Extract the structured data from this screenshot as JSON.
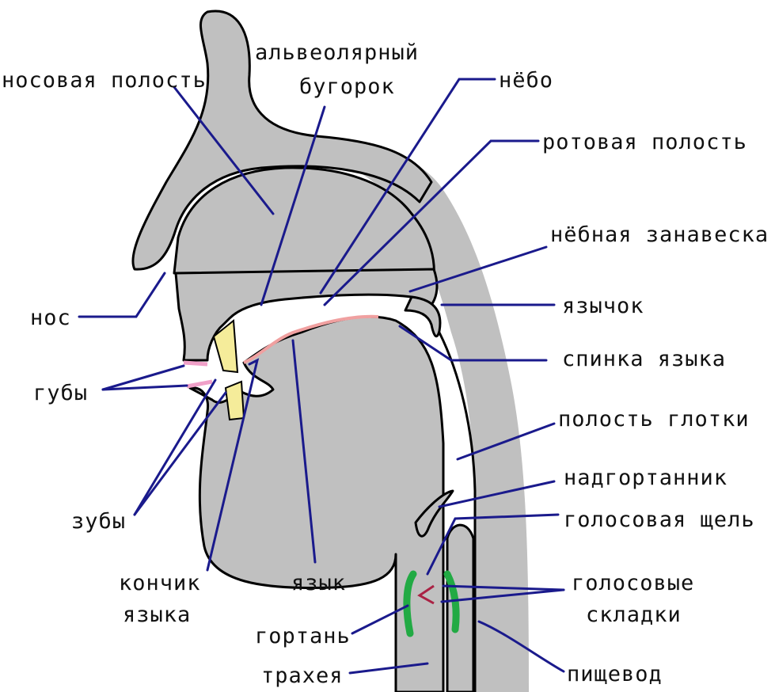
{
  "labels": {
    "nasal_cavity": "носовая полость",
    "alveolar_ridge_1": "альвеолярный",
    "alveolar_ridge_2": "бугорок",
    "palate": "нёбо",
    "oral_cavity": "ротовая полость",
    "velum": "нёбная занавеска",
    "nose": "нос",
    "uvula": "язычок",
    "lips": "губы",
    "tongue_back": "спинка языка",
    "pharynx": "полость глотки",
    "teeth": "зубы",
    "epiglottis": "надгортанник",
    "glottis": "голосовая щель",
    "tongue_tip_1": "кончик",
    "tongue_tip_2": "языка",
    "tongue": "язык",
    "vocal_folds_1": "голосовые",
    "vocal_folds_2": "складки",
    "larynx": "гортань",
    "trachea": "трахея",
    "esophagus": "пищевод"
  },
  "colors": {
    "tissue": "#c0c0c0",
    "leader": "#1a1a8c",
    "teeth": "#f5ec9a",
    "lips": "#f0a0c8",
    "tongue_surface": "#f0a0a0",
    "vocal_folds": "#22aa44",
    "glottis": "#aa2244"
  }
}
